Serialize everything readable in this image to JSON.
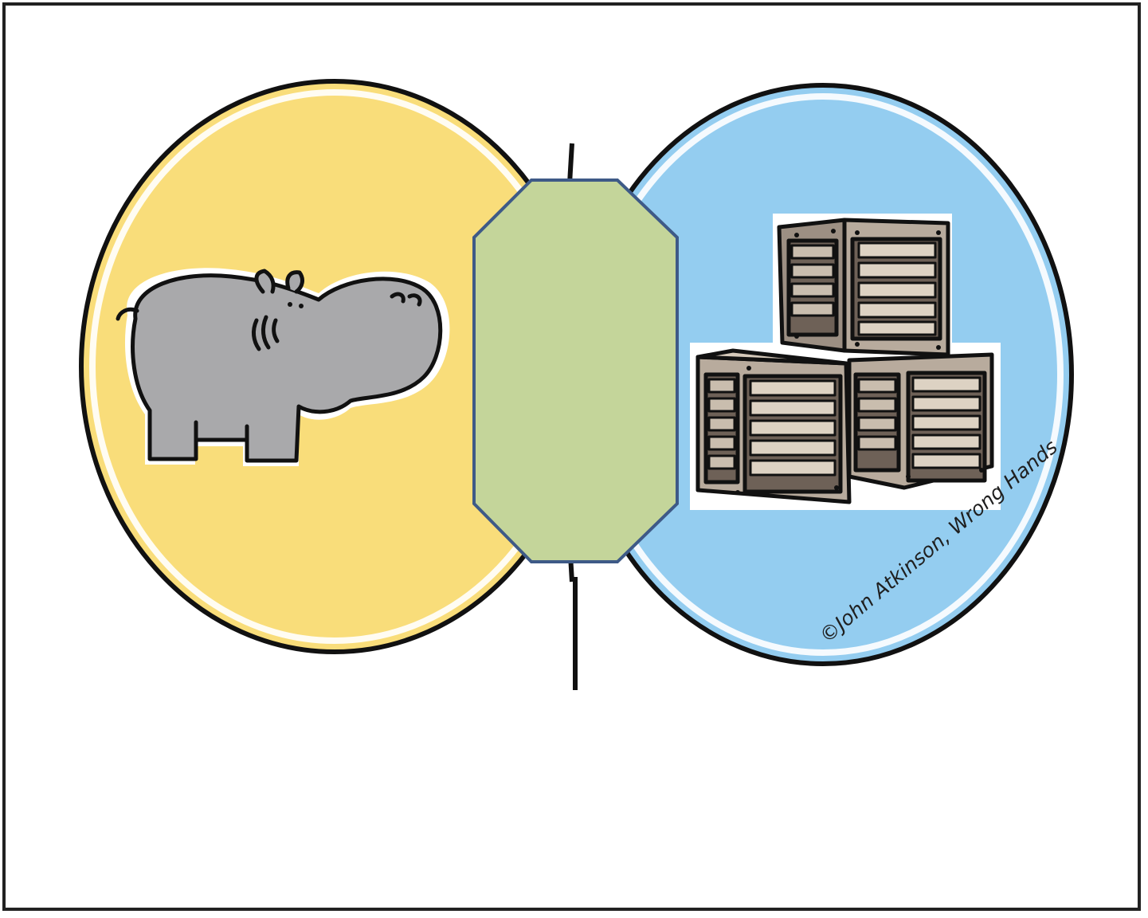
{
  "diagram": {
    "type": "venn",
    "sets": [
      {
        "depicts": "hippo",
        "color": "#f9dd7a"
      },
      {
        "depicts": "wooden-crates",
        "color": "#94cdf0"
      }
    ],
    "overlap": {
      "color": "#a8cf94",
      "label": ""
    },
    "center_box": {
      "color": "#c4d59a",
      "border_color": "#3e5a87",
      "label": ""
    },
    "credit": "©John Atkinson, Wrong Hands"
  }
}
